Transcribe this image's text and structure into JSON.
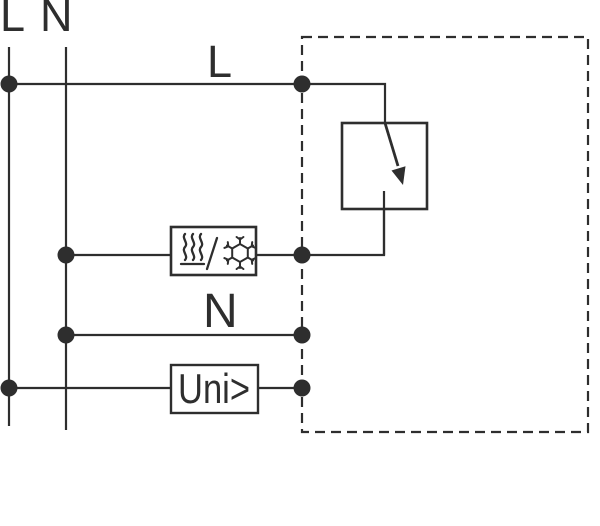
{
  "diagram": {
    "title": "thermostat-wiring-schematic",
    "colors": {
      "line": "#2e2e2e",
      "background": "#ffffff"
    },
    "supply": {
      "l_label": "L",
      "n_label": "N"
    },
    "wires": {
      "l_wire_label": "L",
      "n_wire_label": "N"
    },
    "boxes": {
      "uni_label": "Uni>",
      "heat_cool_icons": [
        "heating-waves-icon",
        "slash-separator",
        "snowflake-icon"
      ],
      "switch_icon": "switch-arrow-icon"
    }
  }
}
